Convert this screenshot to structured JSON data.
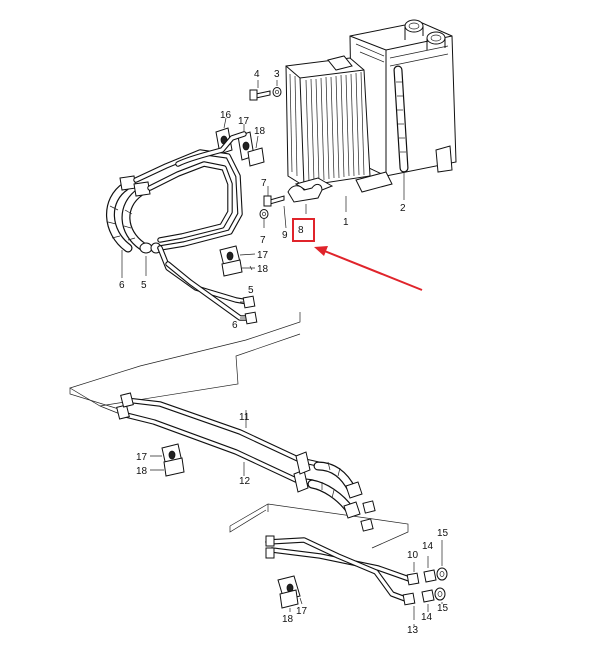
{
  "diagram": {
    "callouts": {
      "c1": "1",
      "c2": "2",
      "c3": "3",
      "c4": "4",
      "c5a": "5",
      "c5b": "5",
      "c6a": "6",
      "c6b": "6",
      "c7a": "7",
      "c7b": "7",
      "c8": "8",
      "c9": "9",
      "c10": "10",
      "c11": "11",
      "c12": "12",
      "c13": "13",
      "c14a": "14",
      "c14b": "14",
      "c15a": "15",
      "c15b": "15",
      "c16": "16",
      "c17a": "17",
      "c17b": "17",
      "c17c": "17",
      "c17d": "17",
      "c18a": "18",
      "c18b": "18",
      "c18c": "18",
      "c18d": "18"
    },
    "highlight_color": "#e0242b",
    "ink_color": "#111111"
  }
}
